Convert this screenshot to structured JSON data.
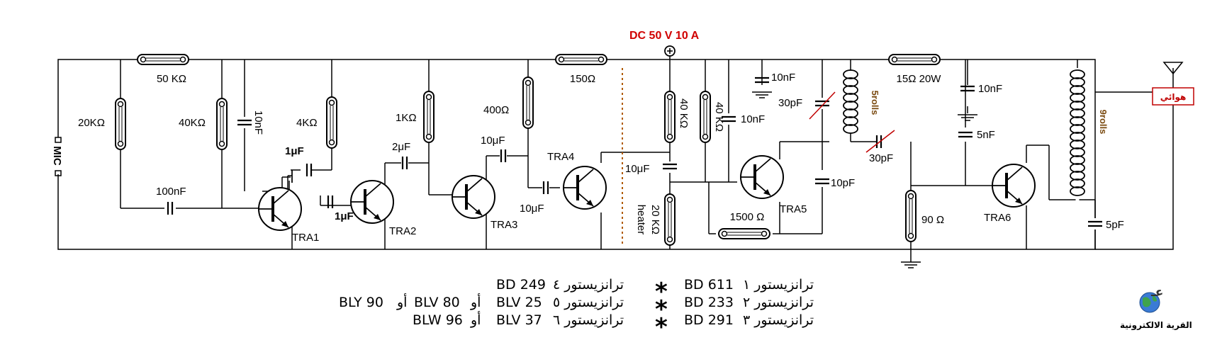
{
  "power": "DC 50 V 10 A",
  "mic": "MIC",
  "antenna": "هوائي",
  "resistors": {
    "r50k": "50 KΩ",
    "r20k": "20KΩ",
    "r40k": "40KΩ",
    "r4k": "4KΩ",
    "r1k": "1KΩ",
    "r400": "400Ω",
    "r150": "150Ω",
    "r40k_b": "40 KΩ",
    "r40k_c": "40 KΩ",
    "r20k_heater": "20 KΩ",
    "heater": "heater",
    "r1500": "1500 Ω",
    "r15": "15Ω 20W",
    "r90": "90 Ω"
  },
  "capacitors": {
    "c10nf_a": "10nF",
    "c100nf": "100nF",
    "c1uf_a": "1μF",
    "c1uf_b": "1μF",
    "c2uf": "2μF",
    "c10uf_a": "10μF",
    "c10uf_b": "10μF",
    "c10uf_c": "10μF",
    "c10nf_b": "10nF",
    "c10nf_c": "10nF",
    "c30pf_a": "30pF",
    "c30pf_b": "30pF",
    "c10pf": "10pF",
    "c10nf_d": "10nF",
    "c5nf": "5nF",
    "c5pf": "5pF"
  },
  "coils": {
    "coil1": "5rolls",
    "coil2": "9rolls"
  },
  "transistors": [
    "TRA1",
    "TRA2",
    "TRA3",
    "TRA4",
    "TRA5",
    "TRA6"
  ],
  "parts_table": {
    "col_right": [
      {
        "label": "ترانزيستور ١",
        "part": "BD 611"
      },
      {
        "label": "ترانزيستور ٢",
        "part": "BD 233"
      },
      {
        "label": "ترانزيستور ٣",
        "part": "BD 291"
      }
    ],
    "col_left": [
      {
        "label": "ترانزيستور ٤",
        "part": "BD 249",
        "alt": "",
        "alt2": ""
      },
      {
        "label": "ترانزيستور ٥",
        "part": "BLV 25",
        "alt": "BLV 80",
        "alt2": "BLY 90"
      },
      {
        "label": "ترانزيستور ٦",
        "part": "BLV 37",
        "alt": "BLW 96",
        "alt2": ""
      }
    ],
    "or_word": "أو",
    "star": "*"
  },
  "logo": {
    "text": "القرية الالكترونية",
    "mark": "عـ"
  },
  "colors": {
    "wire": "#000000",
    "label_red": "#d00000",
    "coil_text": "#7a4a10",
    "divider": "#b05a00",
    "antenna_box": "#c00000"
  }
}
